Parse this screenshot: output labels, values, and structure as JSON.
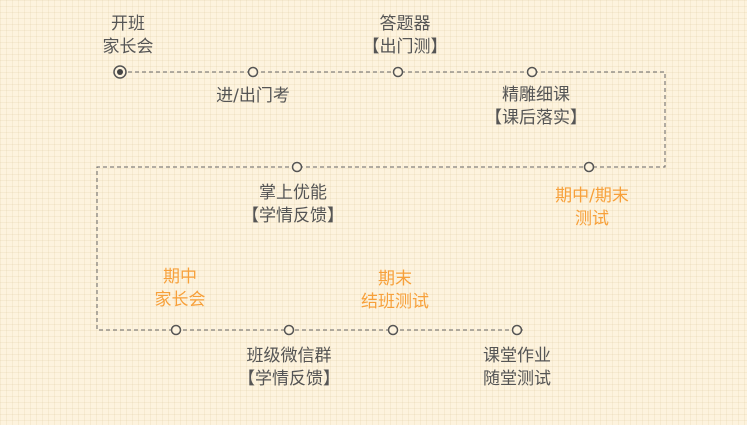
{
  "colors": {
    "text": "#555555",
    "highlight": "#f7a03a",
    "line": "#666666",
    "background": "#fdf3de"
  },
  "nodes": [
    {
      "lines": [
        "开班",
        "家长会"
      ],
      "highlight": false
    },
    {
      "lines": [
        "进/出门考"
      ],
      "highlight": false
    },
    {
      "lines": [
        "答题器",
        "【出门测】"
      ],
      "highlight": false
    },
    {
      "lines": [
        "精雕细课",
        "【课后落实】"
      ],
      "highlight": false
    },
    {
      "lines": [
        "期中/期末",
        "测试"
      ],
      "highlight": true
    },
    {
      "lines": [
        "掌上优能",
        "【学情反馈】"
      ],
      "highlight": false
    },
    {
      "lines": [
        "期中",
        "家长会"
      ],
      "highlight": true
    },
    {
      "lines": [
        "班级微信群",
        "【学情反馈】"
      ],
      "highlight": false
    },
    {
      "lines": [
        "期末",
        "结班测试"
      ],
      "highlight": true
    },
    {
      "lines": [
        "课堂作业",
        "随堂测试"
      ],
      "highlight": false
    }
  ]
}
